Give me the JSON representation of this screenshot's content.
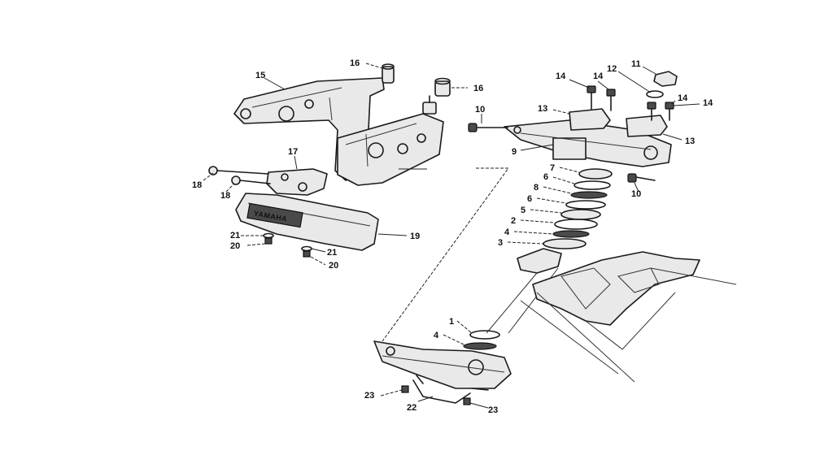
{
  "figure": {
    "brand_text": "YAMAHA",
    "callouts": [
      {
        "id": "c16a",
        "text": "16"
      },
      {
        "id": "c16b",
        "text": "16"
      },
      {
        "id": "c15",
        "text": "15"
      },
      {
        "id": "c17",
        "text": "17"
      },
      {
        "id": "c18a",
        "text": "18"
      },
      {
        "id": "c18b",
        "text": "18"
      },
      {
        "id": "c19",
        "text": "19"
      },
      {
        "id": "c21a",
        "text": "21"
      },
      {
        "id": "c20a",
        "text": "20"
      },
      {
        "id": "c21b",
        "text": "21"
      },
      {
        "id": "c20b",
        "text": "20"
      },
      {
        "id": "c10a",
        "text": "10"
      },
      {
        "id": "c9",
        "text": "9"
      },
      {
        "id": "c13a",
        "text": "13"
      },
      {
        "id": "c14a",
        "text": "14"
      },
      {
        "id": "c14b",
        "text": "14"
      },
      {
        "id": "c12",
        "text": "12"
      },
      {
        "id": "c11",
        "text": "11"
      },
      {
        "id": "c14c",
        "text": "14"
      },
      {
        "id": "c14d",
        "text": "14"
      },
      {
        "id": "c13b",
        "text": "13"
      },
      {
        "id": "c10b",
        "text": "10"
      },
      {
        "id": "c7",
        "text": "7"
      },
      {
        "id": "c6a",
        "text": "6"
      },
      {
        "id": "c8",
        "text": "8"
      },
      {
        "id": "c6b",
        "text": "6"
      },
      {
        "id": "c5",
        "text": "5"
      },
      {
        "id": "c2",
        "text": "2"
      },
      {
        "id": "c4a",
        "text": "4"
      },
      {
        "id": "c3",
        "text": "3"
      },
      {
        "id": "c1",
        "text": "1"
      },
      {
        "id": "c4b",
        "text": "4"
      },
      {
        "id": "c23a",
        "text": "23"
      },
      {
        "id": "c22",
        "text": "22"
      },
      {
        "id": "c23b",
        "text": "23"
      }
    ]
  }
}
